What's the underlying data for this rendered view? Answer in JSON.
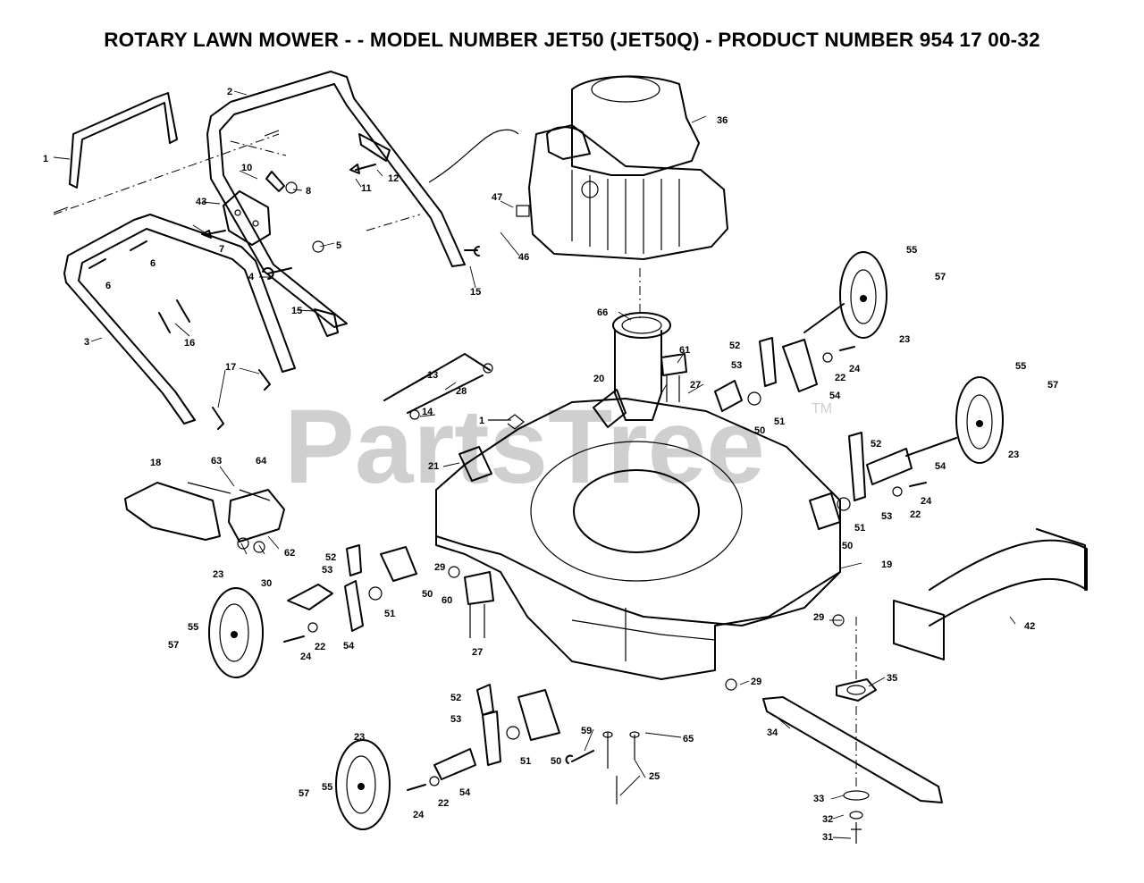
{
  "title": "ROTARY LAWN MOWER - - MODEL NUMBER JET50 (JET50Q) - PRODUCT NUMBER 954 17 00-32",
  "watermark": "PartsTree",
  "watermark_tm": "TM",
  "labels": {
    "l1a": "1",
    "l2": "2",
    "l3": "3",
    "l4": "4",
    "l5": "5",
    "l6a": "6",
    "l6b": "6",
    "l7": "7",
    "l8": "8",
    "l10": "10",
    "l11": "11",
    "l12": "12",
    "l13": "13",
    "l14": "14",
    "l15a": "15",
    "l15b": "15",
    "l16": "16",
    "l17": "17",
    "l18": "18",
    "l19": "19",
    "l20": "20",
    "l21": "21",
    "l22a": "22",
    "l22b": "22",
    "l22c": "22",
    "l22d": "22",
    "l23a": "23",
    "l23b": "23",
    "l23c": "23",
    "l23d": "23",
    "l24a": "24",
    "l24b": "24",
    "l24c": "24",
    "l24d": "24",
    "l25": "25",
    "l27a": "27",
    "l27b": "27",
    "l28": "28",
    "l29a": "29",
    "l29b": "29",
    "l29c": "29",
    "l30": "30",
    "l31": "31",
    "l32": "32",
    "l33": "33",
    "l34": "34",
    "l35": "35",
    "l36": "36",
    "l42": "42",
    "l43": "43",
    "l46": "46",
    "l47": "47",
    "l50a": "50",
    "l50b": "50",
    "l50c": "50",
    "l50d": "50",
    "l51a": "51",
    "l51b": "51",
    "l51c": "51",
    "l51d": "51",
    "l52a": "52",
    "l52b": "52",
    "l52c": "52",
    "l52d": "52",
    "l53a": "53",
    "l53b": "53",
    "l53c": "53",
    "l53d": "53",
    "l54a": "54",
    "l54b": "54",
    "l54c": "54",
    "l54d": "54",
    "l55a": "55",
    "l55b": "55",
    "l55c": "55",
    "l55d": "55",
    "l57a": "57",
    "l57b": "57",
    "l57c": "57",
    "l57d": "57",
    "l59": "59",
    "l60": "60",
    "l61": "61",
    "l62": "62",
    "l63": "63",
    "l64": "64",
    "l65": "65",
    "l66": "66",
    "l1b": "1"
  }
}
